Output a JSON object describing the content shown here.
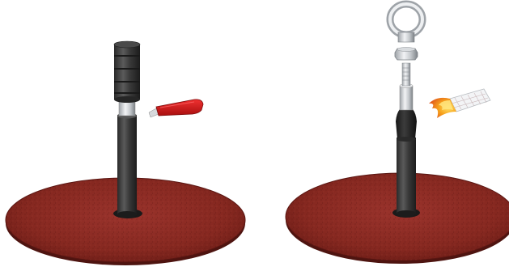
{
  "scenes": [
    {
      "id": "left",
      "description_visible_text": "",
      "parts": [
        "base-disc",
        "post",
        "sleeve",
        "tape",
        "cutter-knife"
      ]
    },
    {
      "id": "right",
      "description_visible_text": "",
      "parts": [
        "base-disc",
        "post",
        "heat-shrink",
        "threaded-stud",
        "nut",
        "eye-bolt",
        "heat-gun"
      ]
    }
  ],
  "colors": {
    "disc": "#8a2a24",
    "disc_edge": "#5a1612",
    "post": "#3a3a3a",
    "post_dark": "#222222",
    "metal": "#c9ccd0",
    "metal_dark": "#8e9398",
    "knife": "#d41b1b",
    "flame_outer": "#f39a1c",
    "flame_inner": "#ffd34d"
  }
}
